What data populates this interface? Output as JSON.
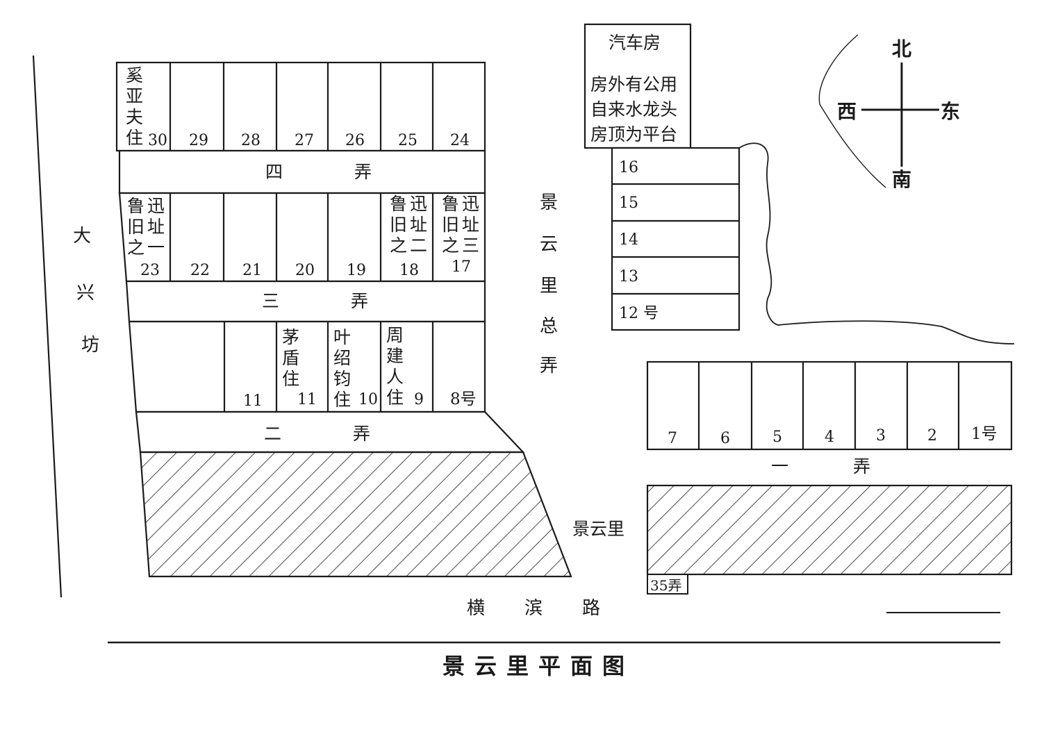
{
  "caption": "景云里平面图",
  "streets": {
    "west": "大兴坊",
    "south": "横滨路",
    "main_lane": "景云里总弄"
  },
  "lanes": {
    "lane1": [
      "一",
      "弄"
    ],
    "lane2": [
      "二",
      "弄"
    ],
    "lane3": [
      "三",
      "弄"
    ],
    "lane4": [
      "四",
      "弄"
    ]
  },
  "row_lane4_north": {
    "numbers": [
      "30",
      "29",
      "28",
      "27",
      "26",
      "25",
      "24"
    ],
    "resident_30": "奚亚夫住"
  },
  "row_lane4_south": {
    "numbers": [
      "23",
      "22",
      "21",
      "20",
      "19",
      "18",
      "17"
    ],
    "note_23": "鲁迅旧址之一",
    "note_18": "鲁迅旧址之二",
    "note_17": "鲁迅旧址之三"
  },
  "row_lane2_north": {
    "numbers": [
      "11",
      "11",
      "10",
      "9",
      "8号"
    ],
    "resident_maodun": "茅盾住",
    "resident_ye": "叶绍钧住",
    "resident_zhou": "周建人住"
  },
  "east_block": {
    "numbers": [
      "16",
      "15",
      "14",
      "13",
      "12 号"
    ]
  },
  "garage": {
    "title": "汽车房",
    "note_lines": [
      "房外有公用",
      "自来水龙头",
      "房顶为平台"
    ]
  },
  "lane1_row": {
    "numbers": [
      "7",
      "6",
      "5",
      "4",
      "3",
      "2",
      "1号"
    ]
  },
  "labels": {
    "jingyunli": "景云里",
    "lane35": "35弄"
  },
  "compass": {
    "north": "北",
    "south": "南",
    "east": "东",
    "west": "西"
  },
  "colors": {
    "ink": "#1a1a1a",
    "paper": "#ffffff"
  }
}
